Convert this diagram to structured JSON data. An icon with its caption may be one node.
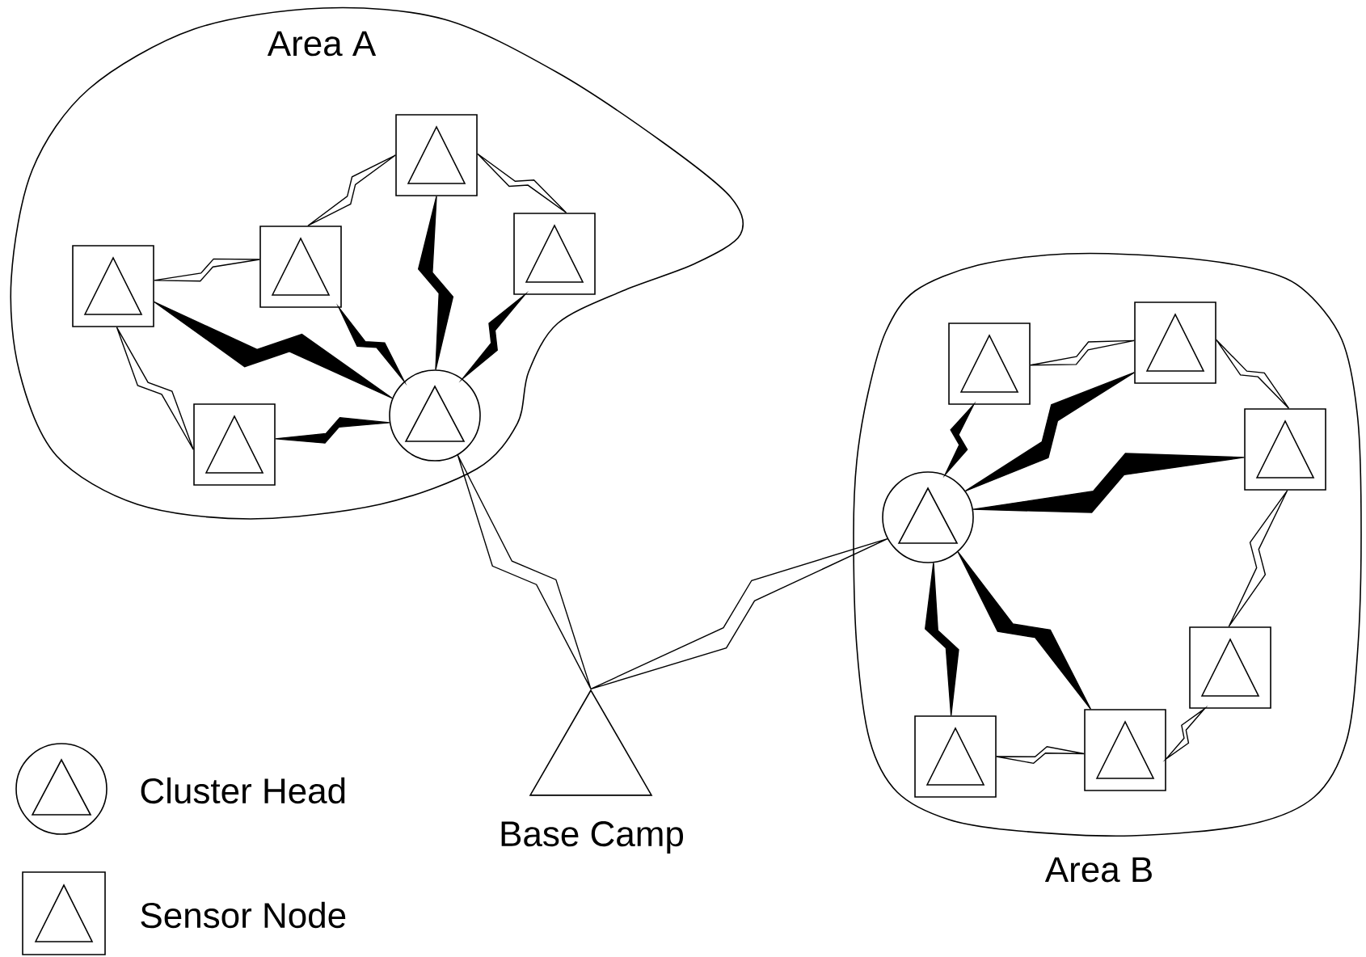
{
  "diagram": {
    "nodes": [
      {
        "text": [
          "Area A"
        ]
      },
      {
        "text": [],
        "shape": "box",
        "in": 0
      },
      {
        "text": [],
        "shape": "box",
        "in": 0
      },
      {
        "text": [],
        "shape": "box",
        "in": 0
      },
      {
        "text": [],
        "shape": "box",
        "in": 0
      },
      {
        "text": [],
        "shape": "box",
        "in": 0
      },
      {
        "text": [],
        "shape": "circle",
        "in": 0
      },
      {
        "text": [
          "Area B"
        ]
      },
      {
        "text": [],
        "shape": "box",
        "in": 7
      },
      {
        "text": [],
        "shape": "box",
        "in": 7
      },
      {
        "text": [],
        "shape": "box",
        "in": 7
      },
      {
        "text": [],
        "shape": "box",
        "in": 7
      },
      {
        "text": [],
        "shape": "box",
        "in": 7
      },
      {
        "text": [],
        "shape": "box",
        "in": 7
      },
      {
        "text": [],
        "shape": "circle",
        "in": 7
      },
      {
        "text": [
          "Base Camp"
        ]
      }
    ],
    "edges": [
      {
        "from": 1,
        "to": 2,
        "arrow": "none"
      },
      {
        "from": 2,
        "to": 3,
        "arrow": "none"
      },
      {
        "from": 3,
        "to": 4,
        "arrow": "none"
      },
      {
        "from": 1,
        "to": 5,
        "arrow": "none"
      },
      {
        "from": 1,
        "to": 6,
        "arrow": "none",
        "style": "thick"
      },
      {
        "from": 2,
        "to": 6,
        "arrow": "none",
        "style": "thick"
      },
      {
        "from": 3,
        "to": 6,
        "arrow": "none",
        "style": "thick"
      },
      {
        "from": 4,
        "to": 6,
        "arrow": "none",
        "style": "thick"
      },
      {
        "from": 5,
        "to": 6,
        "arrow": "none",
        "style": "thick"
      },
      {
        "from": 8,
        "to": 9,
        "arrow": "none"
      },
      {
        "from": 9,
        "to": 10,
        "arrow": "none"
      },
      {
        "from": 10,
        "to": 11,
        "arrow": "none"
      },
      {
        "from": 11,
        "to": 12,
        "arrow": "none"
      },
      {
        "from": 12,
        "to": 13,
        "arrow": "none"
      },
      {
        "from": 8,
        "to": 14,
        "arrow": "none",
        "style": "thick"
      },
      {
        "from": 9,
        "to": 14,
        "arrow": "none",
        "style": "thick"
      },
      {
        "from": 10,
        "to": 14,
        "arrow": "none",
        "style": "thick"
      },
      {
        "from": 12,
        "to": 14,
        "arrow": "none",
        "style": "thick"
      },
      {
        "from": 13,
        "to": 14,
        "arrow": "none",
        "style": "thick"
      },
      {
        "from": 6,
        "to": 15,
        "arrow": "none"
      },
      {
        "from": 14,
        "to": 15,
        "arrow": "none"
      }
    ],
    "legend": [
      {
        "text": "Cluster Head"
      },
      {
        "text": "Sensor Node"
      }
    ]
  }
}
